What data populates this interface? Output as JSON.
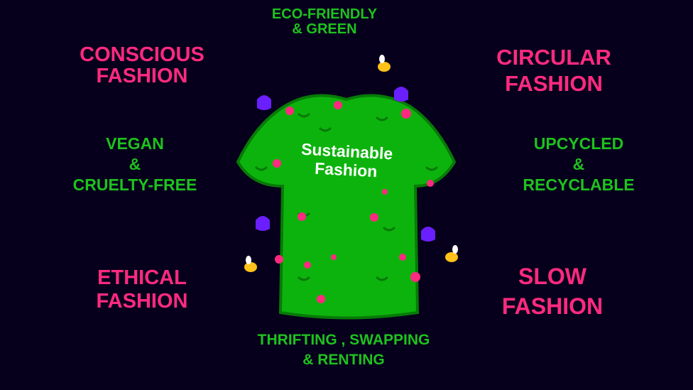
{
  "center": {
    "line1": "Sustainable",
    "line2": "Fashion"
  },
  "labels": {
    "eco": [
      "Eco-friendly",
      "& Green"
    ],
    "conscious": [
      "Conscious",
      "Fashion"
    ],
    "circular": [
      "Circular",
      "Fashion"
    ],
    "vegan": [
      "Vegan",
      "&",
      "Cruelty-free"
    ],
    "upcycled": [
      "Upcycled",
      "&",
      "Recyclable"
    ],
    "ethical": [
      "Ethical",
      "Fashion"
    ],
    "slow": [
      "Slow",
      "Fashion"
    ],
    "thrifting": [
      "Thrifting , Swapping",
      "& Renting"
    ]
  },
  "colors": {
    "background": "#07001c",
    "green": "#0db30d",
    "dark_green": "#077a07",
    "pink": "#ff2a7f",
    "purple": "#6a1fff",
    "bee": "#ffc21a"
  }
}
